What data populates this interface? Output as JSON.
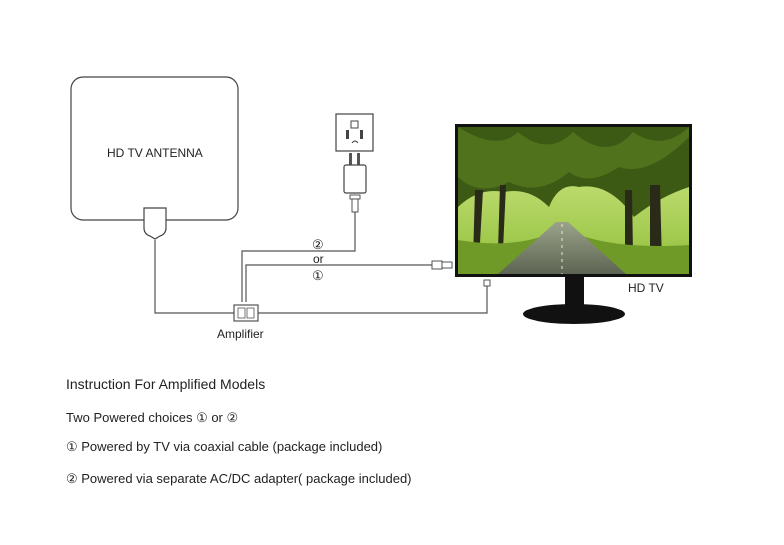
{
  "diagram": {
    "antenna_label": "HD TV ANTENNA",
    "amplifier_label": "Amplifier",
    "tv_label": "HD TV",
    "option2_marker": "②",
    "or_label": "or",
    "option1_marker": "①"
  },
  "instructions": {
    "heading": "Instruction For Amplified Models",
    "choices": "Two Powered choices ① or ②",
    "option1": "① Powered by TV  via coaxial cable (package included)",
    "option2": "② Powered via separate AC/DC adapter( package included)"
  },
  "colors": {
    "line": "#555555",
    "sky": "#c8e27a",
    "tree_dark": "#2f4a12",
    "road": "#7c8270",
    "stand": "#111111"
  }
}
